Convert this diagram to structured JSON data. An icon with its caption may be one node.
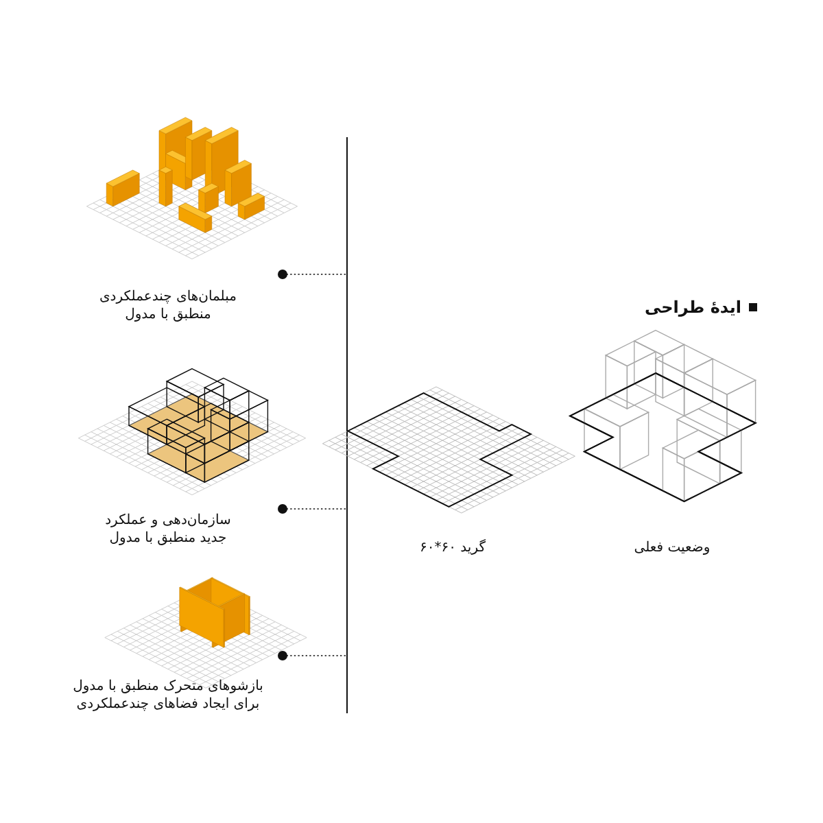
{
  "diagram": {
    "title": "ایدهٔ طراحی",
    "nodes": [
      {
        "text": [
          "وضعیت فعلی"
        ]
      },
      {
        "text": [
          "گرید ۶۰*۶۰"
        ]
      },
      {
        "text": [
          "مبلمان‌های چندعملکردی منطبق با مدول"
        ]
      },
      {
        "text": [
          "سازمان‌دهی و عملکرد جدید منطبق با مدول"
        ]
      },
      {
        "text": [
          "بازشوهای متحرک منطبق با مدول برای ایجاد فضاهای چندعملکردی"
        ]
      }
    ],
    "edges": [
      {
        "from": 2,
        "to": null,
        "arrow": "other",
        "style": "dashed"
      },
      {
        "from": 3,
        "to": null,
        "arrow": "other",
        "style": "dashed"
      },
      {
        "from": 4,
        "to": null,
        "arrow": "other",
        "style": "dashed"
      }
    ]
  }
}
